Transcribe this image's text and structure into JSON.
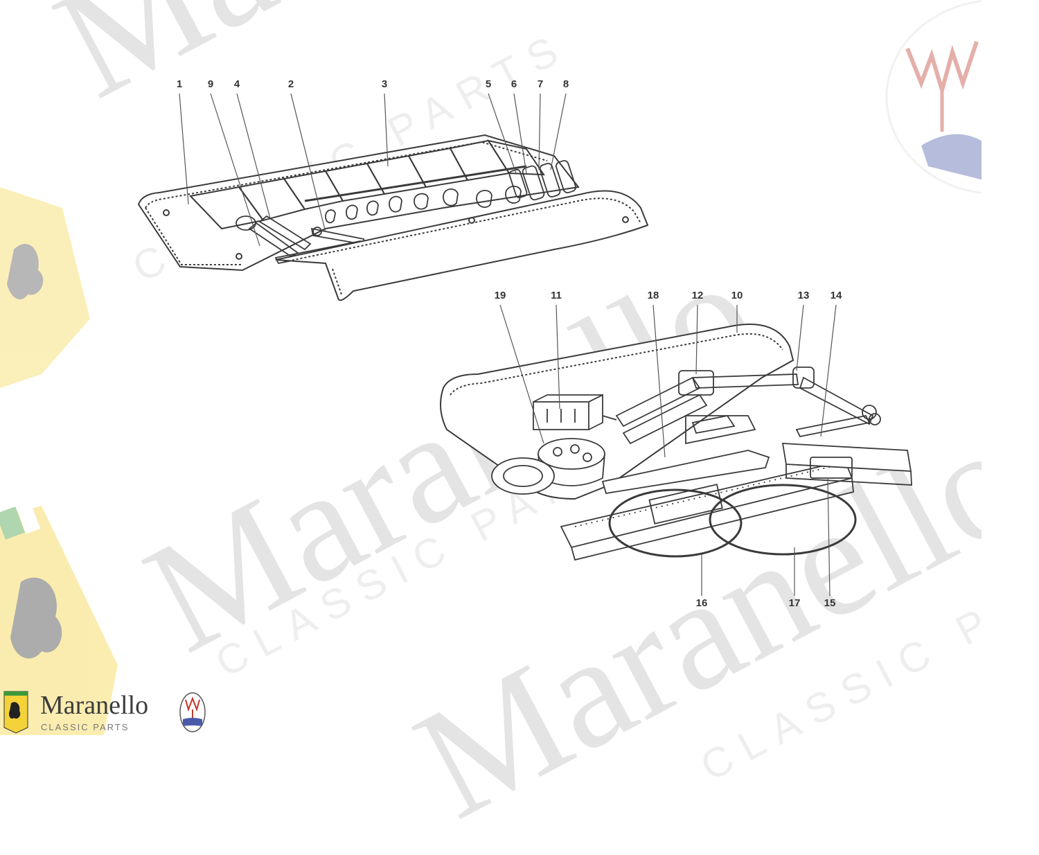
{
  "watermark": {
    "brand": "Maranello",
    "sub": "CLASSIC PARTS"
  },
  "footer": {
    "brand_name": "Maranello",
    "brand_sub": "CLASSIC PARTS"
  },
  "callouts": {
    "c1": "1",
    "c2": "2",
    "c3": "3",
    "c4": "4",
    "c5": "5",
    "c6": "6",
    "c7": "7",
    "c8": "8",
    "c9": "9",
    "c10": "10",
    "c11": "11",
    "c12": "12",
    "c13": "13",
    "c14": "14",
    "c15": "15",
    "c16": "16",
    "c17": "17",
    "c18": "18",
    "c19": "19"
  },
  "colors": {
    "line": "#3a3a3a",
    "ferrari_yellow": "#f4d23a",
    "maserati_blue": "#4a5aa8",
    "maserati_red": "#c0392b"
  }
}
